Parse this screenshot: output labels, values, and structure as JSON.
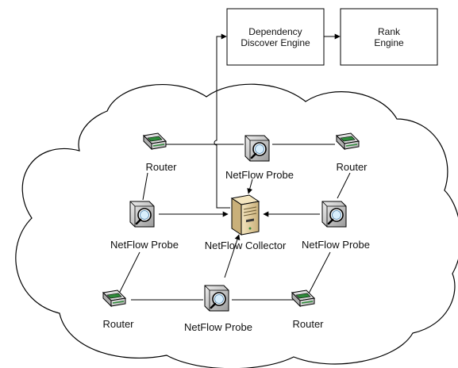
{
  "boxes": {
    "dependency_engine": "Dependency Discover Engine",
    "rank_engine": "Rank Engine"
  },
  "nodes": {
    "router_top_left": "Router",
    "router_top_right": "Router",
    "router_bottom_left": "Router",
    "router_bottom_right": "Router",
    "probe_top": "NetFlow Probe",
    "probe_left": "NetFlow Probe",
    "probe_right": "NetFlow Probe",
    "probe_bottom": "NetFlow Probe",
    "collector": "NetFlow Collector"
  },
  "icons": {
    "router": "router-icon",
    "probe": "magnifier-probe-icon",
    "collector": "server-icon"
  },
  "colors": {
    "stroke": "#000000",
    "router_green": "#2e8b3a",
    "device_gray": "#bdbdbd",
    "server_tan": "#e6d2a0"
  }
}
